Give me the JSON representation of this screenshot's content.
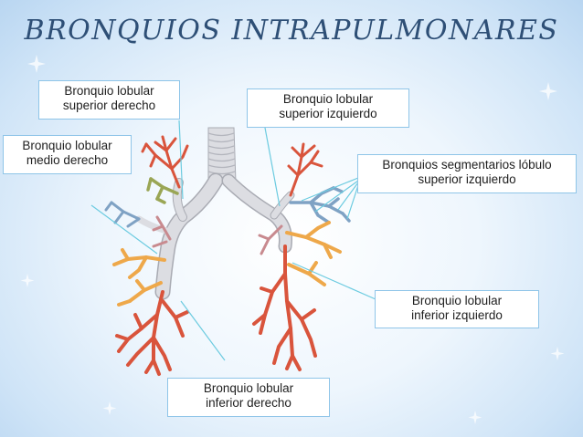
{
  "title": "BRONQUIOS INTRAPULMONARES",
  "labels": {
    "right_upper": {
      "line1": "Bronquio  lobular",
      "line2": "superior derecho"
    },
    "left_upper": {
      "line1": "Bronquio  lobular",
      "line2": "superior izquierdo"
    },
    "right_middle": {
      "line1": "Bronquio  lobular",
      "line2": "medio derecho"
    },
    "left_segmental": {
      "line1": "Bronquios segmentarios  lóbulo",
      "line2": "superior izquierdo"
    },
    "left_lower": {
      "line1": "Bronquio  lobular",
      "line2": "inferior izquierdo"
    },
    "right_lower": {
      "line1": "Bronquio  lobular",
      "line2": "inferior derecho"
    }
  },
  "colors": {
    "title": "#2e4f76",
    "trachea": "#d9dbe0",
    "red_branch": "#d9543c",
    "orange_branch": "#eea84a",
    "green_branch": "#9aa655",
    "blue_branch": "#7fa2c4",
    "pink_branch": "#c88a8f",
    "leader_line": "#6ccbe0",
    "box_border": "#8fc5e8"
  }
}
